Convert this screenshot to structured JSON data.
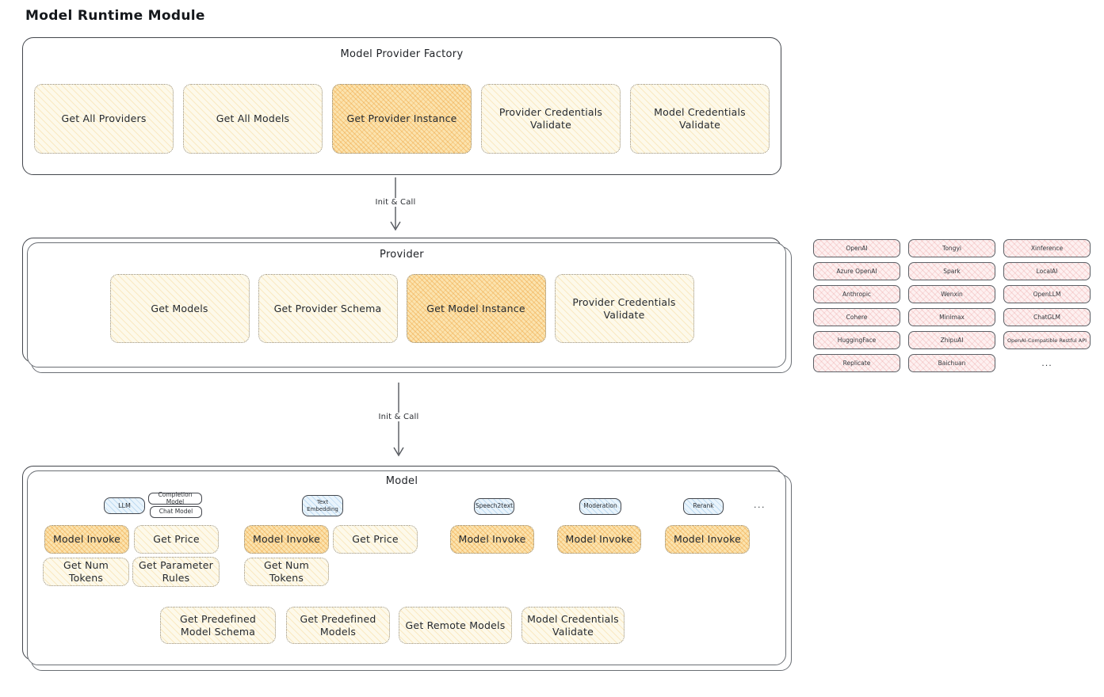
{
  "page_title": "Model Runtime Module",
  "arrows": {
    "label1": "Init & Call",
    "label2": "Init & Call"
  },
  "colors": {
    "button_fill": "#fdf9ea",
    "button_highlight_fill": "#fbe3ae",
    "button_highlight_hatch": "#f0a746",
    "provider_chip_fill": "#fdf0f0",
    "tab_fill": "#e9f4fc",
    "panel_border": "#43464c"
  },
  "factory": {
    "title": "Model Provider Factory",
    "buttons": [
      {
        "label": "Get All Providers",
        "highlighted": false
      },
      {
        "label": "Get All Models",
        "highlighted": false
      },
      {
        "label": "Get Provider Instance",
        "highlighted": true
      },
      {
        "label": "Provider Credentials Validate",
        "highlighted": false
      },
      {
        "label": "Model Credentials Validate",
        "highlighted": false
      }
    ]
  },
  "provider": {
    "title": "Provider",
    "buttons": [
      {
        "label": "Get Models",
        "highlighted": false
      },
      {
        "label": "Get Provider Schema",
        "highlighted": false
      },
      {
        "label": "Get Model Instance",
        "highlighted": true
      },
      {
        "label": "Provider Credentials Validate",
        "highlighted": false
      }
    ]
  },
  "providers_list": {
    "items": [
      "OpenAI",
      "Tongyi",
      "Xinference",
      "Azure OpenAI",
      "Spark",
      "LocalAI",
      "Anthropic",
      "Wenxin",
      "OpenLLM",
      "Cohere",
      "Minimax",
      "ChatGLM",
      "HuggingFace",
      "ZhipuAI",
      "OpenAI-Compatible Restful API",
      "Replicate",
      "Baichuan"
    ],
    "more": "..."
  },
  "model": {
    "title": "Model",
    "tabs": {
      "llm": "LLM",
      "completion_model": "Completion Model",
      "chat_model": "Chat Model",
      "text_embedding": "Text Embedding",
      "speech2text": "Speech2text",
      "moderation": "Moderation",
      "rerank": "Rerank",
      "more": "..."
    },
    "buttons": {
      "llm_model_invoke": "Model Invoke",
      "llm_get_price": "Get Price",
      "llm_get_num_tokens": "Get Num Tokens",
      "llm_get_parameter_rules": "Get Parameter Rules",
      "te_model_invoke": "Model Invoke",
      "te_get_price": "Get Price",
      "te_get_num_tokens": "Get Num Tokens",
      "s2t_model_invoke": "Model Invoke",
      "moderation_model_invoke": "Model Invoke",
      "rerank_model_invoke": "Model Invoke",
      "get_predefined_model_schema": "Get Predefined Model Schema",
      "get_predefined_models": "Get Predefined Models",
      "get_remote_models": "Get Remote Models",
      "model_credentials_validate": "Model Credentials Validate"
    }
  }
}
